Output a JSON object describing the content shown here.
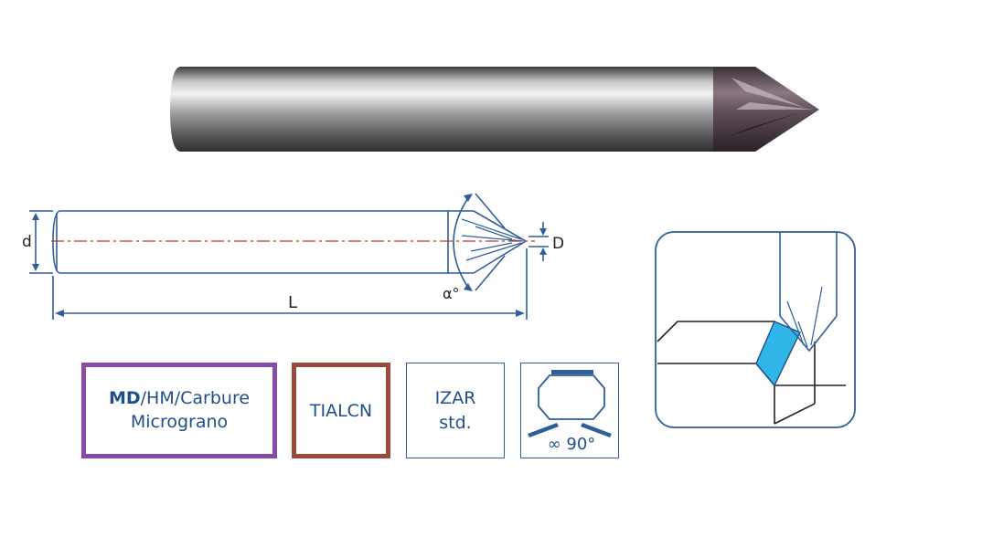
{
  "drawing": {
    "label_d": "d",
    "label_D": "D",
    "label_L": "L",
    "label_alpha": "α°"
  },
  "badges": {
    "material": {
      "bold": "MD",
      "rest": "/HM/Carbure",
      "line2": "Micrograno",
      "color": "#8a4aa8"
    },
    "coating": {
      "text": "TIALCN",
      "color": "#9a4a3a"
    },
    "standard": {
      "line1": "IZAR",
      "line2": "std."
    },
    "angle": {
      "text": "∞ 90°"
    }
  },
  "colors": {
    "blueprint": "#2e5f9a",
    "centerline": "#c0392b",
    "highlight": "#2fb5e8"
  }
}
